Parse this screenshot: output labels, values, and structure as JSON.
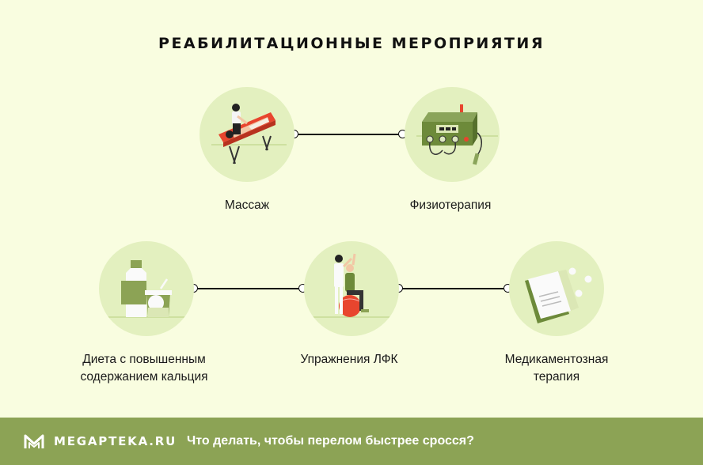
{
  "title": "РЕАБИЛИТАЦИОННЫЕ МЕРОПРИЯТИЯ",
  "items": [
    {
      "label": "Массаж",
      "icon": "massage-table-icon"
    },
    {
      "label": "Физиотерапия",
      "icon": "physiotherapy-device-icon"
    },
    {
      "label_line1": "Диета с повышенным",
      "label_line2": "содержанием кальция",
      "icon": "dairy-products-icon"
    },
    {
      "label": "Упражнения ЛФК",
      "icon": "exercise-ball-icon"
    },
    {
      "label_line1": "Медикаментозная",
      "label_line2": "терапия",
      "icon": "medicine-box-icon"
    }
  ],
  "footer": {
    "brand": "MEGAPTEKA.RU",
    "subtitle": "Что делать, чтобы перелом быстрее сросся?",
    "logo_icon": "m-logo-icon"
  },
  "colors": {
    "background": "#f9fde0",
    "circle": "#e3f0bf",
    "accent_green": "#8ca355",
    "dark_green": "#6d8a3a",
    "red": "#e8452e",
    "footer": "#8ca355"
  }
}
